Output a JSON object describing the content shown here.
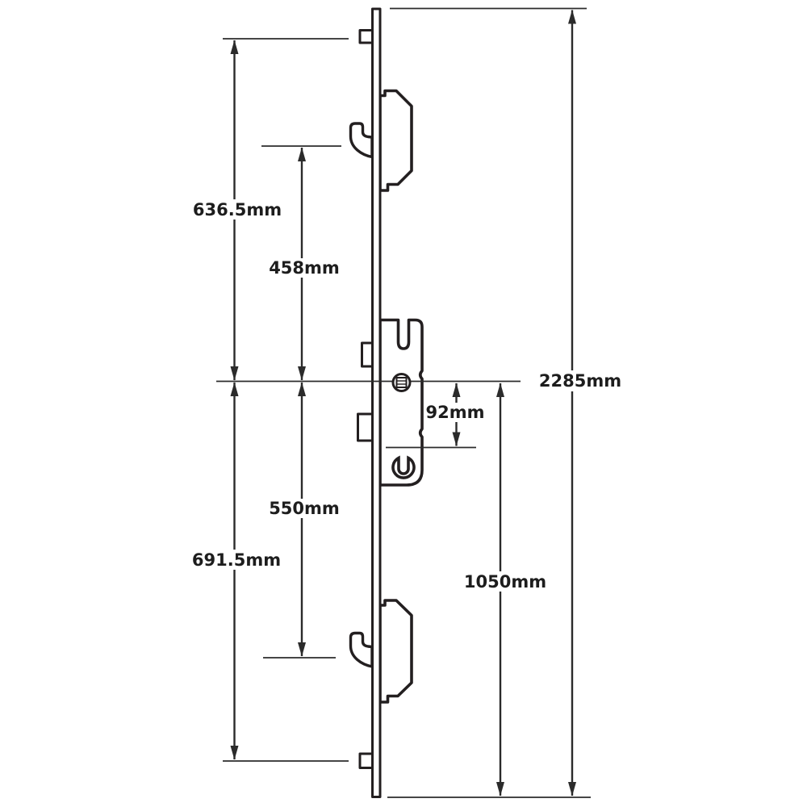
{
  "diagram": {
    "background": "#ffffff",
    "outline_color": "#231f20",
    "dimension_line_color": "#2b2b2b",
    "unit": "mm",
    "labels": {
      "d636": "636.5mm",
      "d458": "458mm",
      "d2285": "2285mm",
      "d92": "92mm",
      "d550": "550mm",
      "d691": "691.5mm",
      "d1050": "1050mm"
    },
    "values": {
      "d636": 636.5,
      "d458": 458,
      "d2285": 2285,
      "d92": 92,
      "d550": 550,
      "d691": 691.5,
      "d1050": 1050
    }
  }
}
